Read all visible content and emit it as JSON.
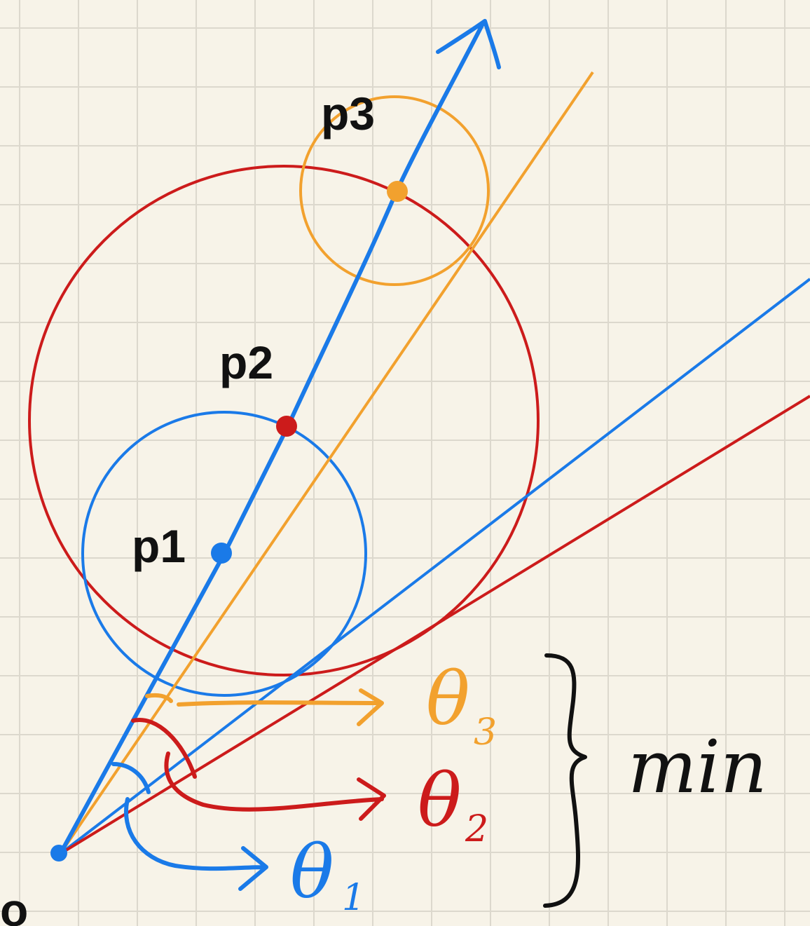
{
  "labels": {
    "p1": "p1",
    "p2": "p2",
    "p3": "p3",
    "origin": "o",
    "min": "min"
  },
  "angles": {
    "theta1": {
      "symbol": "θ",
      "sub": "1"
    },
    "theta2": {
      "symbol": "θ",
      "sub": "2"
    },
    "theta3": {
      "symbol": "θ",
      "sub": "3"
    }
  },
  "colors": {
    "background": "#f7f3e8",
    "grid": "#dcd8cd",
    "blue": "#1a7ae8",
    "red": "#cc1b1b",
    "orange": "#f2a12e",
    "black": "#111111"
  }
}
